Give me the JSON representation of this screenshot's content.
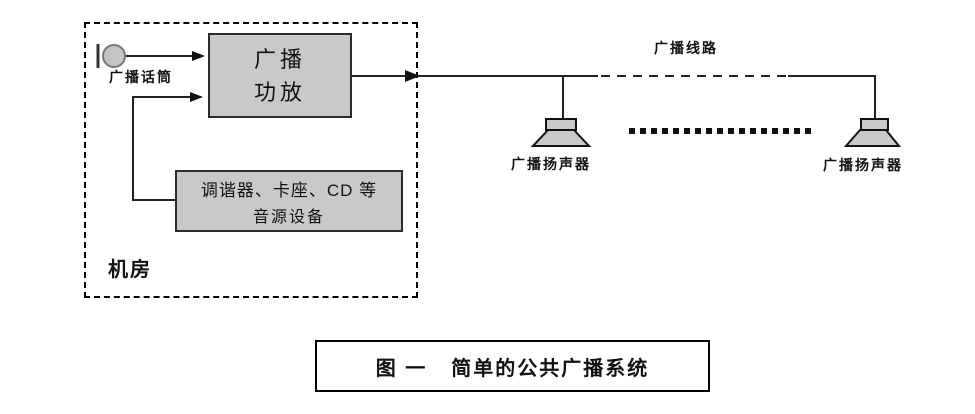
{
  "diagram": {
    "machine_room": {
      "label": "机房"
    },
    "microphone": {
      "label": "广播话筒"
    },
    "amplifier_box": {
      "line1": "广播",
      "line2": "功放"
    },
    "source_box": {
      "line1": "调谐器、卡座、CD 等",
      "line2": "音源设备"
    },
    "broadcast_line": {
      "label": "广播线路"
    },
    "speakers": [
      {
        "label": "广播扬声器"
      },
      {
        "label": "广播扬声器"
      }
    ],
    "caption": {
      "prefix": "图 一",
      "text": "简单的公共广播系统"
    }
  },
  "colors": {
    "background": "#ffffff",
    "box_fill": "#c9c9c9",
    "box_border": "#2b2b2b",
    "line": "#222222",
    "speaker_fill": "#c9c9c9"
  }
}
